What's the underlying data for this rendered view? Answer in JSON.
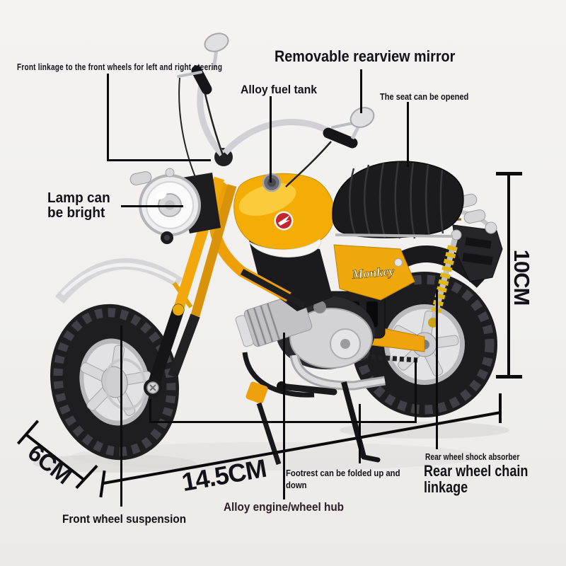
{
  "scene": {
    "background_top": "#f4f3f1",
    "background_bottom": "#ebeae7",
    "line_color": "#0b0b0d"
  },
  "bike": {
    "logo": "Monkey",
    "body_color": "#f3ad06",
    "seat_color": "#1b1b1e",
    "chrome_color": "#d6d6d9",
    "badge_color": "#c1272d",
    "shock_spring_color": "#e2b713",
    "tire_color": "#1e1e20"
  },
  "callouts": {
    "steering": "Front linkage to the front wheels for left and right steering",
    "mirror": "Removable rearview mirror",
    "fuel_tank": "Alloy fuel tank",
    "seat": "The seat can be opened",
    "lamp": "Lamp can be bright",
    "front_suspension": "Front wheel suspension",
    "engine_hub": "Alloy engine/wheel hub",
    "footrest": "Footrest can be folded up and down",
    "shock_absorber": "Rear wheel shock absorber",
    "chain": "Rear wheel chain linkage"
  },
  "measurements": {
    "height": "10CM",
    "length": "14.5CM",
    "front_wheel": "6CM"
  }
}
